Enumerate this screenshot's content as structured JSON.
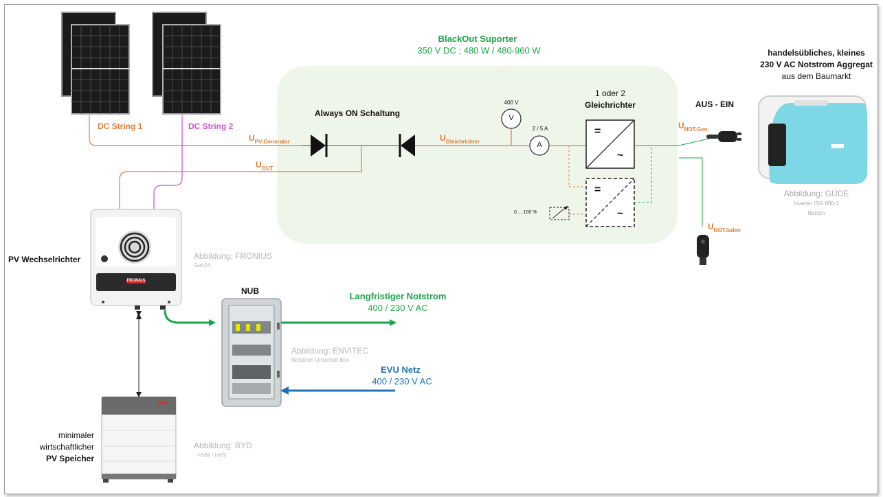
{
  "blackout": {
    "title": "BlackOut Suporter",
    "specs": "350 V DC ; 480 W / 480-960 W"
  },
  "generator": {
    "title_line1": "handelsübliches, kleines",
    "title_line2": "230 V AC Notstrom Aggregat",
    "title_line3": "aus dem Baumarkt",
    "caption": "Abbildung: GÜDE",
    "caption_sub1": "Inverter ISG 800-1",
    "caption_sub2": "Benzin"
  },
  "strings": {
    "dc1": "DC String 1",
    "dc2": "DC String 2"
  },
  "circuit": {
    "always_on": "Always ON Schaltung",
    "voltmeter_value": "400 V",
    "voltmeter_symbol": "V",
    "ammeter_value": "2 / 5 A",
    "ammeter_symbol": "A",
    "rectifier_line1": "1 oder 2",
    "rectifier_line2": "Gleichrichter",
    "aus_ein": "AUS - EIN",
    "dimmer": "0 ... 100 %",
    "eq_symbol": "=",
    "ac_symbol": "~"
  },
  "voltages": {
    "u_pv_main": "U",
    "u_pv_sub": "PV-Generator",
    "u_out_main": "U",
    "u_out_sub": "OUT",
    "u_gl_main": "U",
    "u_gl_sub": "Gleichrichter",
    "u_notgen_main": "U",
    "u_notgen_sub": "NOT.Gen.",
    "u_notladen_main": "U",
    "u_notladen_sub": "NOT.laden"
  },
  "inverter": {
    "label": "PV Wechselrichter",
    "caption": "Abbildung: FRONIUS",
    "caption_sub": "Gen24",
    "brand": "FRONIUS"
  },
  "nub": {
    "label": "NUB",
    "caption": "Abbildung: ENVITEC",
    "caption_sub": "Notstrom Umschalt Box"
  },
  "notstrom": {
    "title": "Langfristiger Notstrom",
    "value": "400 / 230 V AC"
  },
  "evu": {
    "title": "EVU Netz",
    "value": "400 / 230 V AC"
  },
  "storage": {
    "line1": "minimaler",
    "line2": "wirtschaftlicher",
    "line3": "PV Speicher",
    "caption": "Abbildung: BYD",
    "caption_sub": "HVM / HVS"
  },
  "colors": {
    "dc_string_1": "#e47c32",
    "dc_string_2": "#d44bd6",
    "ac_output": "#19a547",
    "grid": "#1d72b8",
    "box_fill": "#eef5e9"
  }
}
